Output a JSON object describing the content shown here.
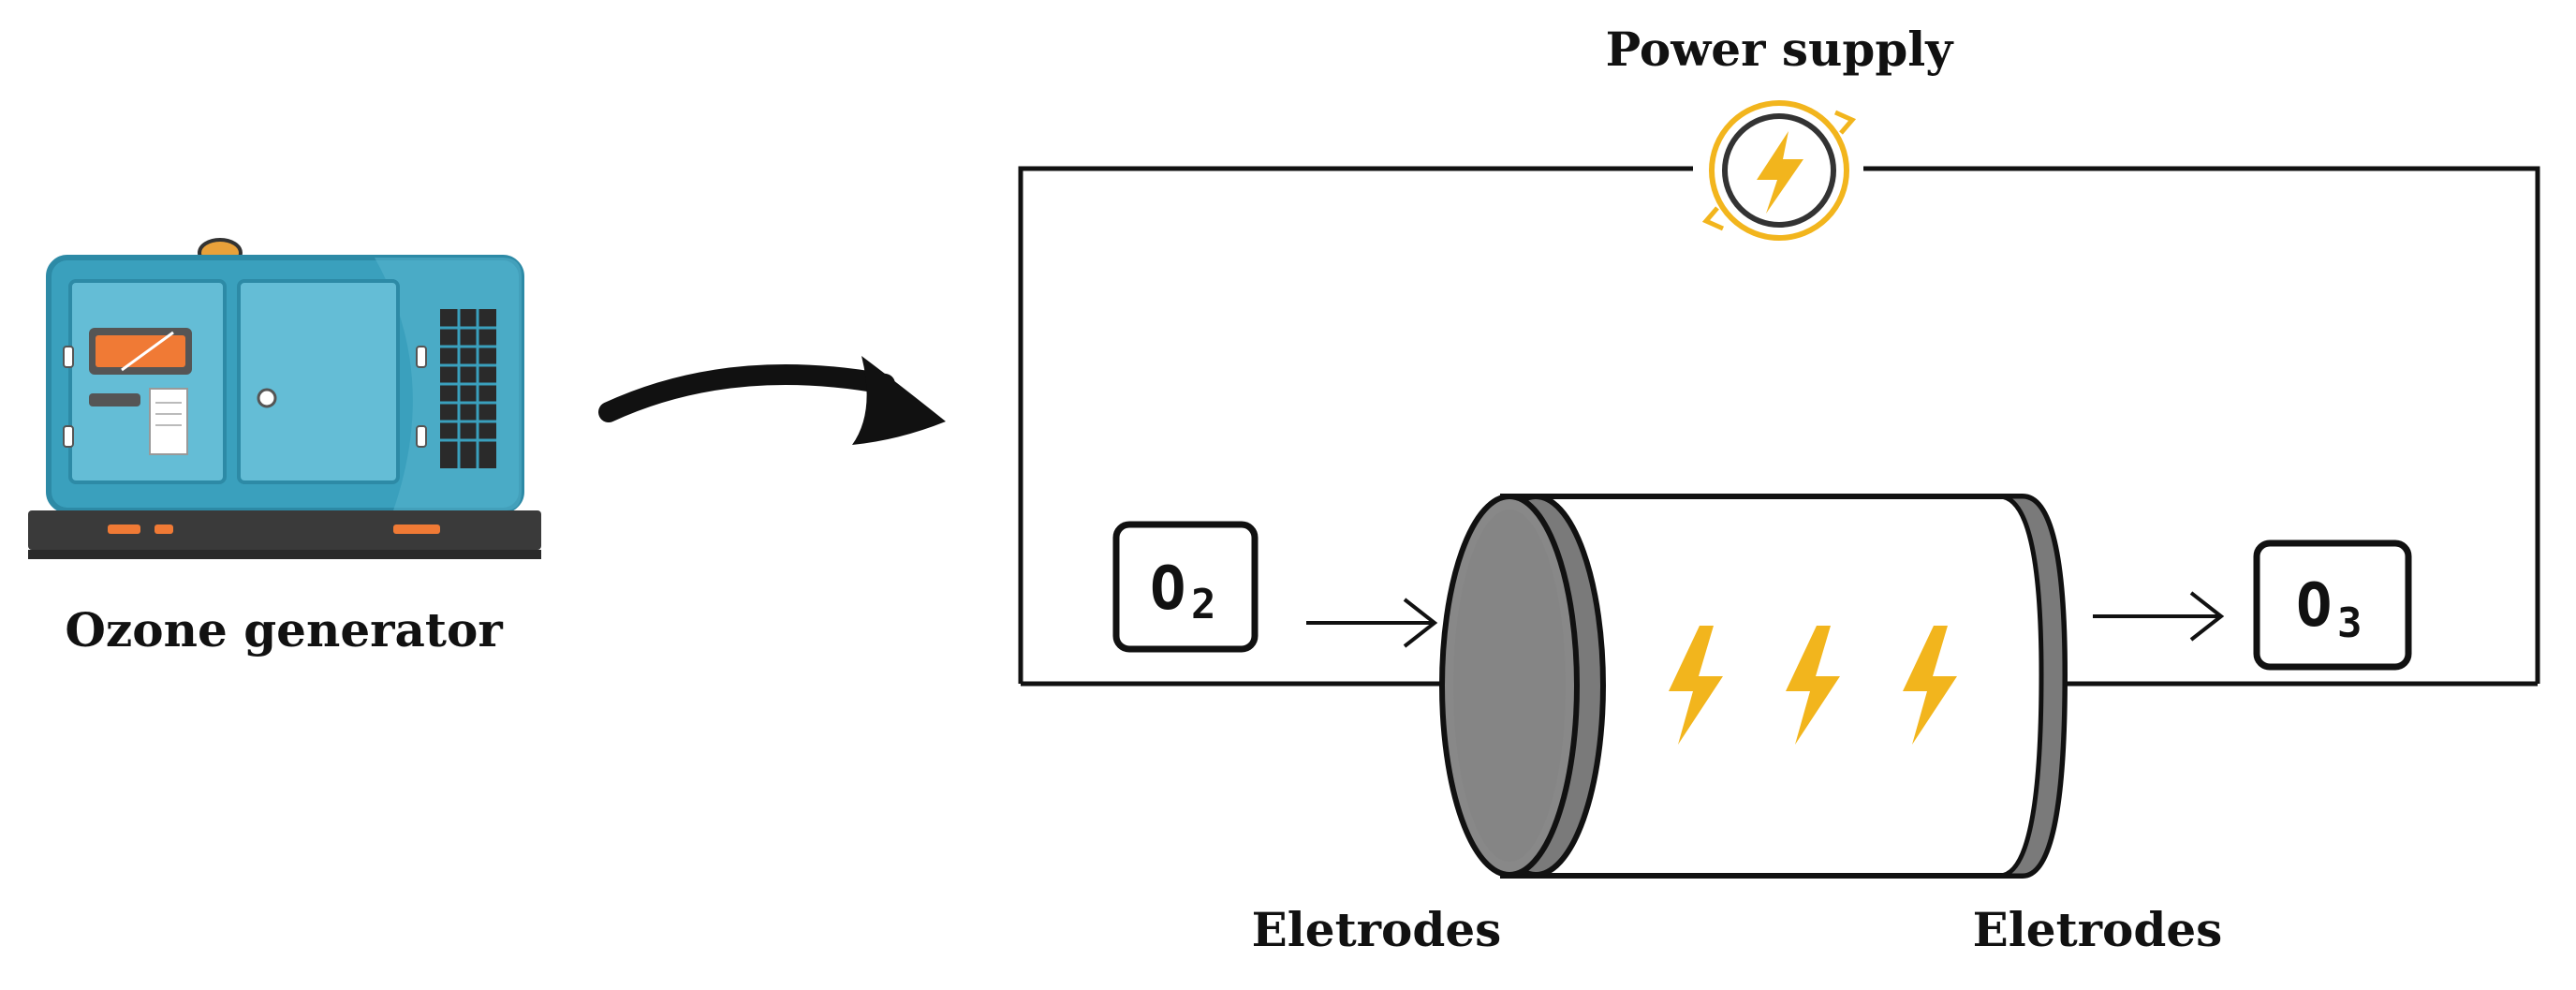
{
  "labels": {
    "ozone_generator": "Ozone generator",
    "power_supply": "Power supply",
    "electrodes_left": "Eletrodes",
    "electrodes_right": "Eletrodes"
  },
  "chemicals": {
    "input_symbol": "O",
    "input_subscript": "2",
    "output_symbol": "O",
    "output_subscript": "3"
  },
  "icons": {
    "generator": "ozone-generator-machine-icon",
    "power": "power-supply-icon",
    "bolt": "lightning-bolt-icon",
    "arrow": "curved-arrow-icon"
  },
  "colors": {
    "generator_body": "#3aa0bd",
    "generator_dark": "#2d8aa6",
    "generator_base": "#3a3a3a",
    "accent_orange": "#f07a35",
    "bolt_yellow": "#f2b51d",
    "electrode_gray": "#7a7a7a",
    "line": "#111111"
  }
}
